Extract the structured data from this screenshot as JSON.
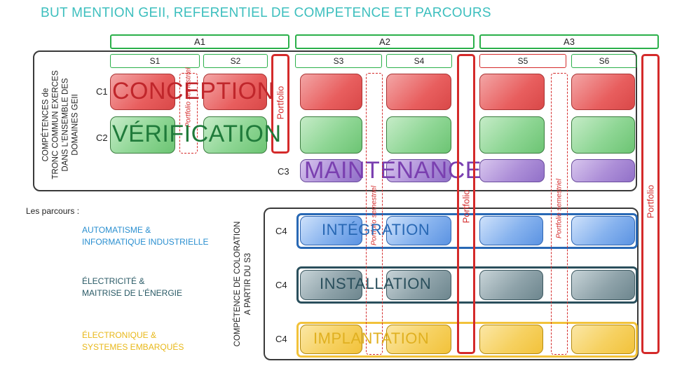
{
  "title": "BUT MENTION GEII, REFERENTIEL DE COMPETENCE ET PARCOURS",
  "years": [
    "A1",
    "A2",
    "A3"
  ],
  "semesters": [
    "S1",
    "S2",
    "S3",
    "S4",
    "S5",
    "S6"
  ],
  "tronc_label": [
    "COMPÉTENCES de",
    "TRONC COMMUN EXERCES",
    "DANS L'ENSEMBLE DES",
    "DOMAINES GEII"
  ],
  "rows": {
    "c1": "C1",
    "c2": "C2",
    "c3": "C3",
    "c4": "C4"
  },
  "competences": {
    "conception": "CONCEPTION",
    "verification": "VÉRIFICATION",
    "maintenance": "MAINTENANCE",
    "integration": "INTÉGRATION",
    "installation": "INSTALLATION",
    "implantation": "IMPLANTATION"
  },
  "portfolio": "Portfolio",
  "portfolio_semestriel": "Portfolio semestriel",
  "parcours_heading": "Les parcours :",
  "parcours": {
    "aii": [
      "AUTOMATISME &",
      "INFORMATIQUE INDUSTRIELLE"
    ],
    "eme": [
      "ÉLECTRICITÉ &",
      "MAITRISE DE L'ÉNERGIE"
    ],
    "ese": [
      "ÉLECTRONIQUE &",
      "SYSTEMES EMBARQUÉS"
    ]
  },
  "coloration_label": [
    "COMPÉTENCE DE COLORATION",
    "A PARTIR DU S3"
  ],
  "colors": {
    "title": "#3dbfbe",
    "year_border": "#2bb04a",
    "portfolio": "#d42a2a",
    "conception": "#c0262b",
    "verification": "#1f7a3a",
    "maintenance": "#7a3fb0",
    "integration": "#2868b4",
    "installation": "#2a4f5c",
    "implantation": "#e0b020",
    "aii": "#2a8fd0",
    "eme": "#2a5a66",
    "ese": "#f0c020"
  }
}
